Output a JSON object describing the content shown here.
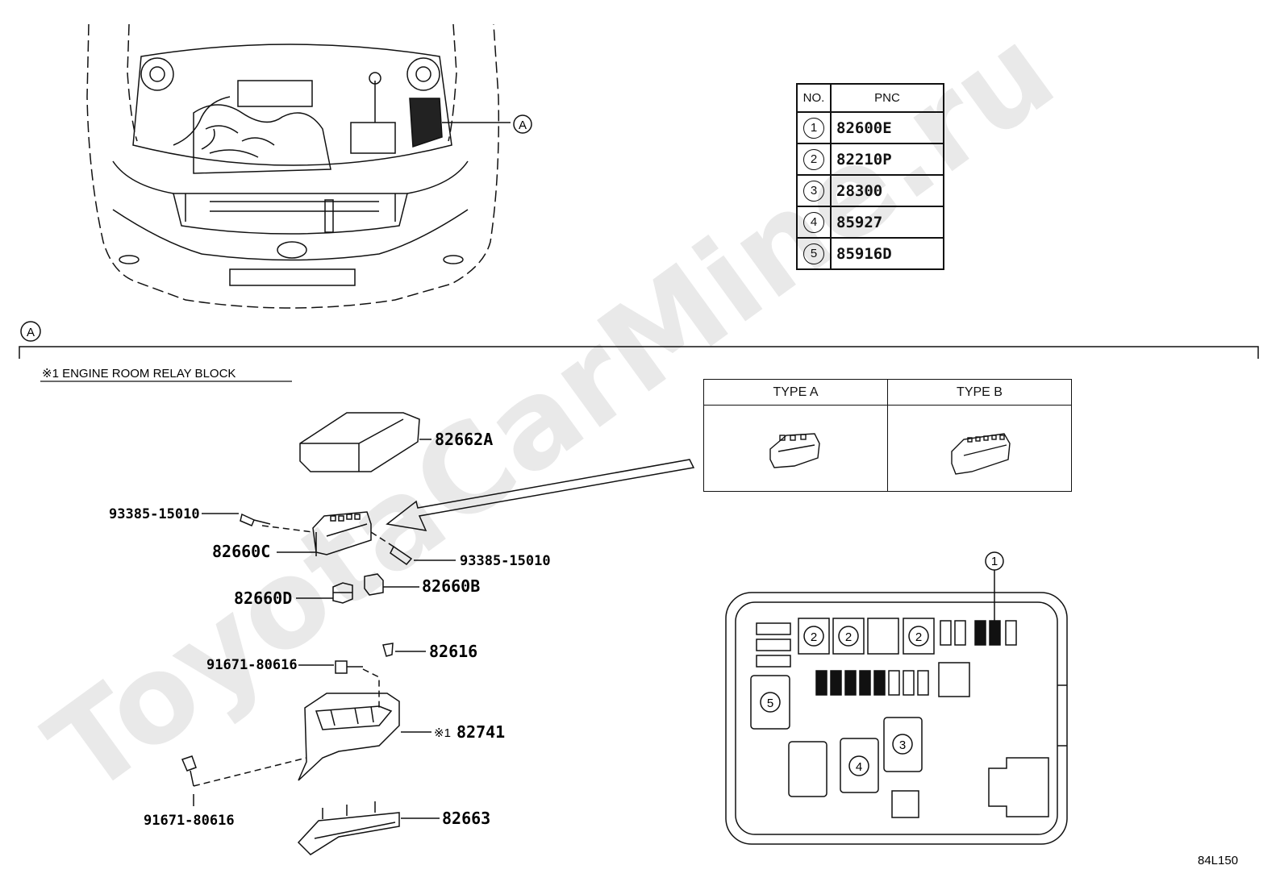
{
  "diagram_code": "84L150",
  "watermark": "ToyotaCarMine.ru",
  "callout_a_label": "A",
  "section_title": "※1 ENGINE ROOM RELAY BLOCK",
  "pnc_table": {
    "header_no": "NO.",
    "header_pnc": "PNC",
    "rows": [
      {
        "no": "1",
        "pnc": "82600E"
      },
      {
        "no": "2",
        "pnc": "82210P"
      },
      {
        "no": "3",
        "pnc": "28300"
      },
      {
        "no": "4",
        "pnc": "85927"
      },
      {
        "no": "5",
        "pnc": "85916D"
      }
    ]
  },
  "types": {
    "a": "TYPE A",
    "b": "TYPE B"
  },
  "parts": {
    "cover": "82662A",
    "screw_upper_left": "93385-15010",
    "screw_upper_right": "93385-15010",
    "relay_block": "82660C",
    "relay_d": "82660D",
    "relay_b": "82660B",
    "clip": "82616",
    "bolt_mid": "91671-80616",
    "bracket": "82741",
    "bracket_mark": "※1",
    "bolt_low": "91671-80616",
    "bottom_bracket": "82663"
  },
  "layout_markers": {
    "m1": "1",
    "m2a": "2",
    "m2b": "2",
    "m2c": "2",
    "m3": "3",
    "m4": "4",
    "m5": "5"
  }
}
